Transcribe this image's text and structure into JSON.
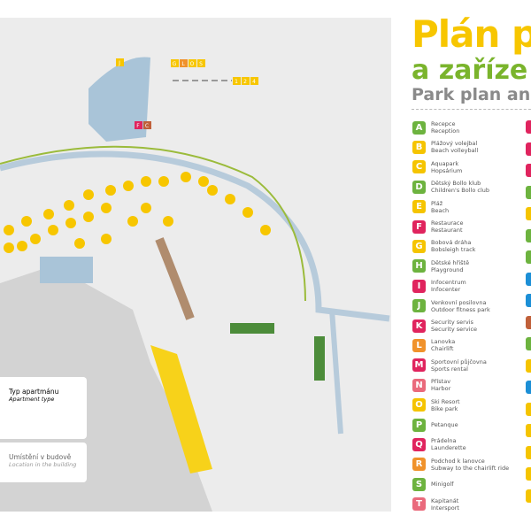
{
  "title": {
    "line1": "Plán p",
    "line2": "a zaříze",
    "line3": "Park plan and"
  },
  "legend": [
    {
      "letter": "A",
      "cz": "Recepce",
      "en": "Reception",
      "color": "#6db33f"
    },
    {
      "letter": "B",
      "cz": "Plážový volejbal",
      "en": "Beach volleyball",
      "color": "#f5c400"
    },
    {
      "letter": "C",
      "cz": "Aquapark",
      "en": "Hopsárium",
      "color": "#f5c400"
    },
    {
      "letter": "D",
      "cz": "Dětský Bollo klub",
      "en": "Children's Bollo club",
      "color": "#6db33f"
    },
    {
      "letter": "E",
      "cz": "Pláž",
      "en": "Beach",
      "color": "#f5c400"
    },
    {
      "letter": "F",
      "cz": "Restaurace",
      "en": "Restaurant",
      "color": "#e0245e"
    },
    {
      "letter": "G",
      "cz": "Bobová dráha",
      "en": "Bobsleigh track",
      "color": "#f5c400"
    },
    {
      "letter": "H",
      "cz": "Dětské hřiště",
      "en": "Playground",
      "color": "#6db33f"
    },
    {
      "letter": "I",
      "cz": "Infocentrum",
      "en": "Infocenter",
      "color": "#e0245e"
    },
    {
      "letter": "J",
      "cz": "Venkovní posilovna",
      "en": "Outdoor fitness park",
      "color": "#6db33f"
    },
    {
      "letter": "K",
      "cz": "Security servis",
      "en": "Security service",
      "color": "#e0245e"
    },
    {
      "letter": "L",
      "cz": "Lanovka",
      "en": "Chairlift",
      "color": "#f0922b"
    },
    {
      "letter": "M",
      "cz": "Sportovní půjčovna",
      "en": "Sports rental",
      "color": "#e0245e"
    },
    {
      "letter": "N",
      "cz": "Přístav",
      "en": "Harbor",
      "color": "#ea6a7c"
    },
    {
      "letter": "O",
      "cz": "Ski Resort",
      "en": "Bike park",
      "color": "#f5c400"
    },
    {
      "letter": "P",
      "cz": "Petanque",
      "en": "",
      "color": "#6db33f"
    },
    {
      "letter": "Q",
      "cz": "Prádelna",
      "en": "Launderette",
      "color": "#e0245e"
    },
    {
      "letter": "R",
      "cz": "Podchod k lanovce",
      "en": "Subway to the chairlift ride",
      "color": "#f0922b"
    },
    {
      "letter": "S",
      "cz": "Minigolf",
      "en": "",
      "color": "#6db33f"
    },
    {
      "letter": "T",
      "cz": "Kapitanát",
      "en": "Intersport",
      "color": "#ea6a7c"
    }
  ],
  "legend_right_colors": [
    "#e0245e",
    "#e0245e",
    "#e0245e",
    "#6db33f",
    "#f5c400",
    "#6db33f",
    "#6db33f",
    "#1c8fd6",
    "#1c8fd6",
    "#c0603a",
    "#6db33f",
    "#f5c400",
    "#1c8fd6",
    "#f5c400",
    "#f5c400",
    "#f5c400",
    "#f5c400",
    "#f5c400"
  ],
  "info_boxes": [
    {
      "cz": "Typ apartmánu",
      "en": "Apartment type",
      "color": "#e8c200"
    },
    {
      "cz": "Umístění v budově",
      "en": "Location in the building",
      "color": "#666"
    }
  ],
  "map": {
    "markers_top": [
      "G",
      "L",
      "O",
      "S"
    ],
    "markers_right": [
      "1",
      "2",
      "3",
      "4"
    ],
    "marker_single": "J",
    "restaurant_markers": [
      "F",
      "C"
    ],
    "colors": {
      "water": "#a9c4d8",
      "road": "#b7cbdb",
      "green": "#9bbb3b",
      "building": "#7f95a5",
      "apartment": "#f7c600",
      "beach": "#f7d21a",
      "lake": "#d3d3d3",
      "ground": "#ececec"
    }
  }
}
